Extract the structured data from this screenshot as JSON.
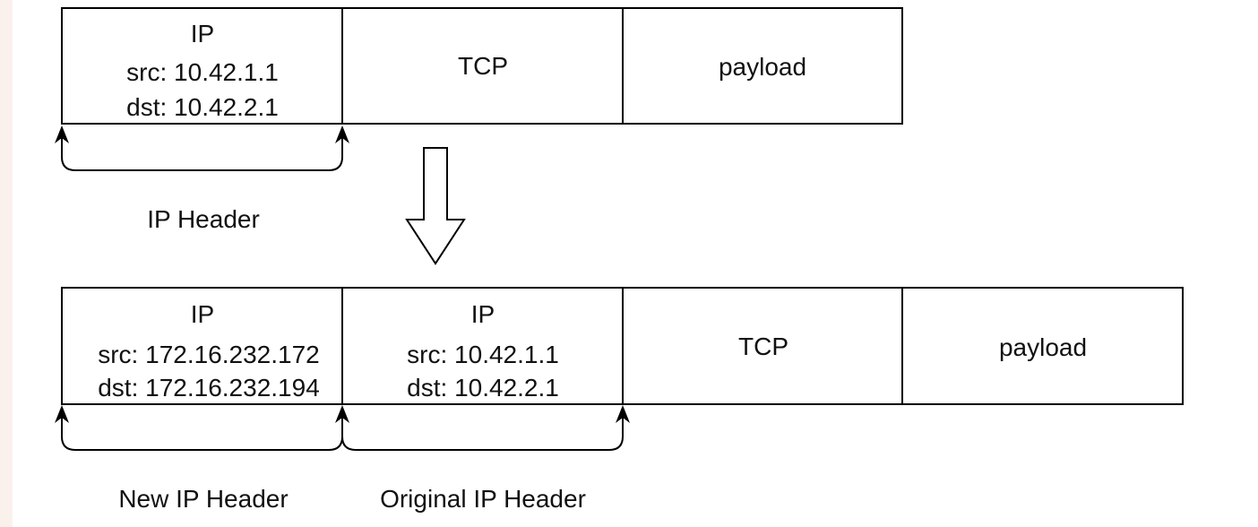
{
  "top_packet": {
    "ip": {
      "title": "IP",
      "src": "src: 10.42.1.1",
      "dst": "dst: 10.42.2.1"
    },
    "tcp": "TCP",
    "payload": "payload"
  },
  "top_label": "IP Header",
  "bottom_packet": {
    "new_ip": {
      "title": "IP",
      "src": "src: 172.16.232.172",
      "dst": "dst: 172.16.232.194"
    },
    "orig_ip": {
      "title": "IP",
      "src": "src: 10.42.1.1",
      "dst": "dst: 10.42.2.1"
    },
    "tcp": "TCP",
    "payload": "payload"
  },
  "bottom_labels": {
    "new_ip_header": "New IP Header",
    "original_ip_header": "Original IP Header"
  }
}
